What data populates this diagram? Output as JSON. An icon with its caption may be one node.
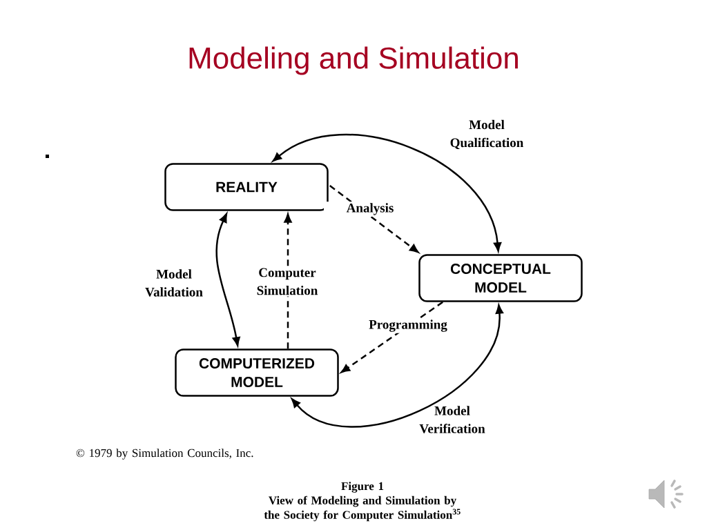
{
  "diagram": {
    "title": "Modeling and Simulation",
    "nodes": [
      {
        "text": [
          "REALITY"
        ]
      },
      {
        "text": [
          "CONCEPTUAL MODEL"
        ]
      },
      {
        "text": [
          "COMPUTERIZED MODEL"
        ]
      }
    ],
    "edges": [
      {
        "from": 0,
        "to": 1,
        "arrow": "to",
        "label": "Analysis",
        "style": "dashed"
      },
      {
        "from": 1,
        "to": 2,
        "arrow": "to",
        "label": "Programming",
        "style": "dashed"
      },
      {
        "from": 2,
        "to": 0,
        "arrow": "to",
        "label": "Computer Simulation",
        "style": "dashed"
      },
      {
        "from": 0,
        "to": 2,
        "arrow": "both",
        "label": "Model Validation"
      },
      {
        "from": 0,
        "to": 1,
        "arrow": "both",
        "label": "Model Qualification"
      },
      {
        "from": 2,
        "to": 1,
        "arrow": "both",
        "label": "Model Verification"
      }
    ],
    "labels": [
      "© 1979 by Simulation Councils, Inc.",
      "Figure 1",
      "View of Modeling and Simulation by the Society for Computer Simulation$^{35}$"
    ]
  }
}
